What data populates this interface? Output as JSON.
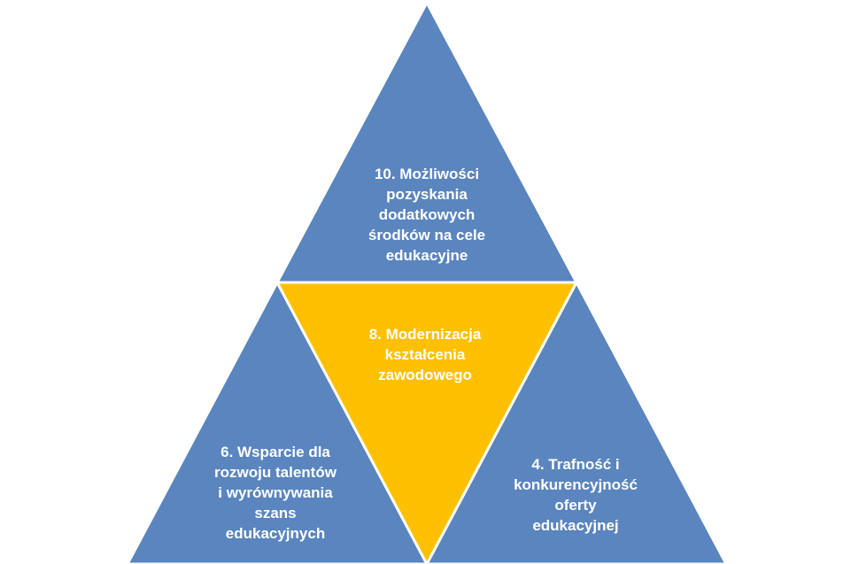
{
  "colors": {
    "blue": "#5a85be",
    "gold": "#fec000",
    "text": "#ffffff",
    "stroke": "#ffffff"
  },
  "sections": {
    "top": {
      "lines": [
        "10. Możliwości",
        "pozyskania",
        "dodatkowych",
        "środków na cele",
        "edukacyjne"
      ]
    },
    "center": {
      "lines": [
        "8. Modernizacja",
        "kształcenia",
        "zawodowego"
      ]
    },
    "bottom_left": {
      "lines": [
        "6. Wsparcie dla",
        "rozwoju talentów",
        "i wyrównywania",
        "szans",
        "edukacyjnych"
      ]
    },
    "bottom_right": {
      "lines": [
        "4. Trafność i",
        "konkurencyjność",
        "oferty",
        "edukacyjnej"
      ]
    }
  }
}
